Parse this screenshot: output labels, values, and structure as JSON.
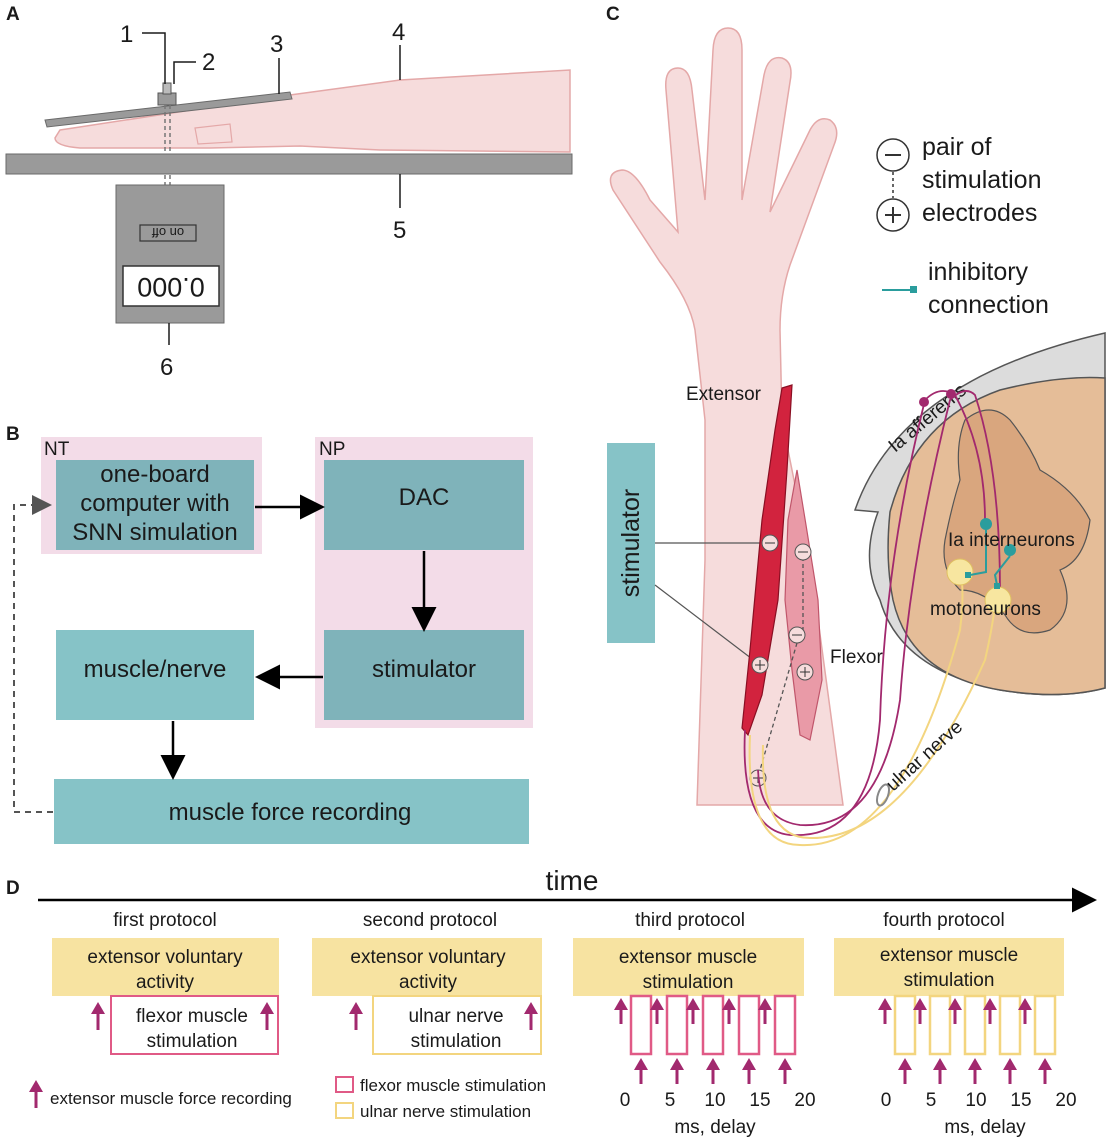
{
  "panels": {
    "a": "A",
    "b": "B",
    "c": "C",
    "d": "D"
  },
  "panel_a": {
    "callouts": [
      "1",
      "2",
      "3",
      "4",
      "5",
      "6"
    ],
    "device": {
      "switch": "on off",
      "display": "0.000"
    }
  },
  "panel_b": {
    "group_nt": "NT",
    "group_np": "NP",
    "computer": [
      "one-board",
      "computer with",
      "SNN simulation"
    ],
    "dac": "DAC",
    "stimulator": "stimulator",
    "muscle_nerve": "muscle/nerve",
    "recording": "muscle force recording"
  },
  "panel_c": {
    "legend": {
      "electrodes": [
        "pair of",
        "stimulation",
        "electrodes"
      ],
      "inhibitory": [
        "inhibitory",
        "connection"
      ]
    },
    "stimulator": "stimulator",
    "extensor": "Extensor",
    "flexor": "Flexor",
    "ia_afferents": "Ia afferents",
    "ia_interneurons": "Ia interneurons",
    "motoneurons": "motoneurons",
    "ulnar_nerve": "ulnar nerve"
  },
  "panel_d": {
    "time_label": "time",
    "protocols": [
      {
        "title": "first protocol",
        "top": [
          "extensor voluntary",
          "activity"
        ],
        "bottom": [
          "flexor muscle",
          "stimulation"
        ]
      },
      {
        "title": "second protocol",
        "top": [
          "extensor voluntary",
          "activity"
        ],
        "bottom": [
          "ulnar nerve",
          "stimulation"
        ]
      },
      {
        "title": "third protocol",
        "top": [
          "extensor muscle",
          "stimulation"
        ]
      },
      {
        "title": "fourth protocol",
        "top": [
          "extensor muscle",
          "stimulation"
        ]
      }
    ],
    "delay_ticks": [
      "0",
      "5",
      "10",
      "15",
      "20"
    ],
    "delay_axis": "ms, delay",
    "legend": {
      "arrow": "extensor muscle  force recording",
      "flexor": "flexor muscle stimulation",
      "ulnar": "ulnar nerve stimulation"
    }
  },
  "colors": {
    "teal": "#86c3c7",
    "teal_dark": "#7fb3ba",
    "pink_bg": "#f3dce8",
    "yellow": "#f7e3a1",
    "magenta": "#a2296e",
    "flexor_pink": "#e05a86",
    "nerve_yellow": "#f3d57f",
    "skin": "#f6dcdc",
    "skin_line": "#e4a8a8",
    "cord_tan": "#e5bd98",
    "cord_grey": "#dcdcdc",
    "muscle_red": "#d2233e",
    "inhib_teal": "#2a9d9d"
  }
}
